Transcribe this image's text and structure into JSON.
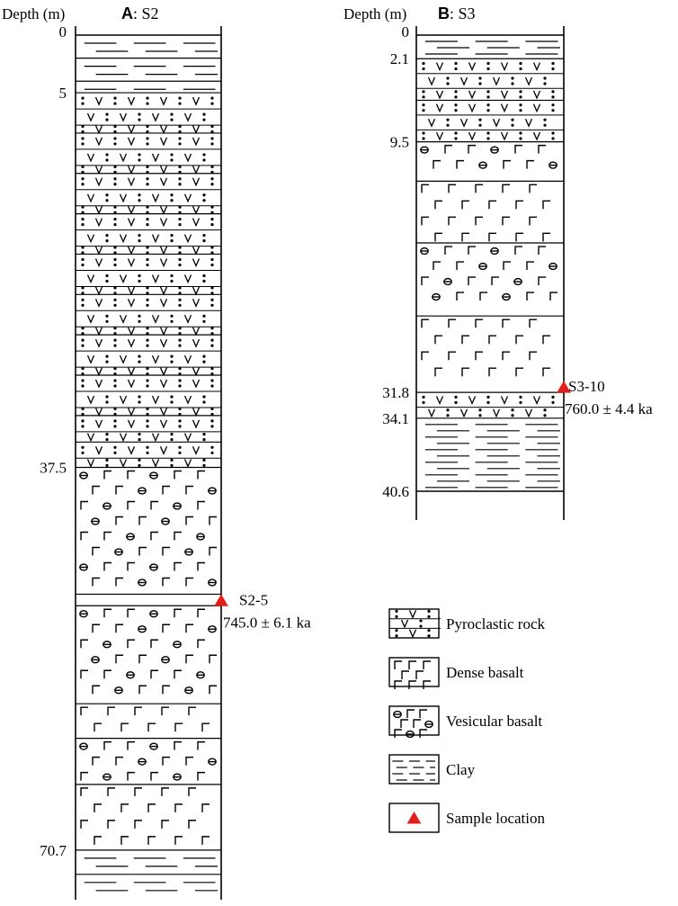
{
  "depth_label": "Depth (m)",
  "columns": [
    {
      "panel_letter": "A",
      "panel_name": ": S2",
      "total_depth": 75,
      "depth_labels": [
        "0",
        "5",
        "37.5",
        "70.7"
      ],
      "depth_values": [
        0,
        5,
        37.5,
        70.7
      ],
      "sample": {
        "name": "S2-5",
        "age": "745.0 ± 6.1 ka",
        "depth": 49.5
      },
      "layers": [
        {
          "lithology": "clay",
          "from": 0,
          "to": 2
        },
        {
          "lithology": "clay",
          "from": 2,
          "to": 4
        },
        {
          "lithology": "clay",
          "from": 4,
          "to": 5
        },
        {
          "lithology": "pyroclastic",
          "from": 5,
          "to": 8.5
        },
        {
          "lithology": "pyroclastic",
          "from": 8.5,
          "to": 12
        },
        {
          "lithology": "pyroclastic",
          "from": 12,
          "to": 15.5
        },
        {
          "lithology": "pyroclastic",
          "from": 15.5,
          "to": 19
        },
        {
          "lithology": "pyroclastic",
          "from": 19,
          "to": 22.5
        },
        {
          "lithology": "pyroclastic",
          "from": 22.5,
          "to": 26
        },
        {
          "lithology": "pyroclastic",
          "from": 26,
          "to": 29.5
        },
        {
          "lithology": "pyroclastic",
          "from": 29.5,
          "to": 33
        },
        {
          "lithology": "pyroclastic",
          "from": 33,
          "to": 35.3
        },
        {
          "lithology": "pyroclastic",
          "from": 35.3,
          "to": 37.5
        },
        {
          "lithology": "vesicular",
          "from": 37.5,
          "to": 48.5
        },
        {
          "lithology": "dense",
          "from": 48.5,
          "to": 49.5
        },
        {
          "lithology": "vesicular",
          "from": 49.5,
          "to": 58
        },
        {
          "lithology": "dense",
          "from": 58,
          "to": 61
        },
        {
          "lithology": "vesicular",
          "from": 61,
          "to": 65
        },
        {
          "lithology": "dense",
          "from": 65,
          "to": 70.7
        },
        {
          "lithology": "clay",
          "from": 70.7,
          "to": 72.8
        },
        {
          "lithology": "clay",
          "from": 72.8,
          "to": 75
        }
      ]
    },
    {
      "panel_letter": "B",
      "panel_name": ": S3",
      "total_depth": 40.6,
      "depth_labels": [
        "0",
        "2.1",
        "9.5",
        "31.8",
        "34.1",
        "40.6"
      ],
      "depth_values": [
        0,
        2.1,
        9.5,
        31.8,
        34.1,
        40.6
      ],
      "sample": {
        "name": "S3-10",
        "age": "760.0 ± 4.4 ka",
        "depth": 31.8
      },
      "layers": [
        {
          "lithology": "clay",
          "from": 0,
          "to": 2.1
        },
        {
          "lithology": "pyroclastic",
          "from": 2.1,
          "to": 5.8
        },
        {
          "lithology": "pyroclastic",
          "from": 5.8,
          "to": 9.5
        },
        {
          "lithology": "vesicular",
          "from": 9.5,
          "to": 13
        },
        {
          "lithology": "dense",
          "from": 13,
          "to": 18.5
        },
        {
          "lithology": "vesicular",
          "from": 18.5,
          "to": 25
        },
        {
          "lithology": "dense",
          "from": 25,
          "to": 31.8
        },
        {
          "lithology": "pyroclastic",
          "from": 31.8,
          "to": 34.1
        },
        {
          "lithology": "clay",
          "from": 34.1,
          "to": 40.6
        }
      ]
    }
  ],
  "legend": [
    {
      "lithology": "pyroclastic",
      "label": "Pyroclastic rock"
    },
    {
      "lithology": "dense",
      "label": "Dense basalt"
    },
    {
      "lithology": "vesicular",
      "label": "Vesicular basalt"
    },
    {
      "lithology": "clay",
      "label": "Clay"
    },
    {
      "lithology": "sample",
      "label": "Sample location"
    }
  ],
  "colors": {
    "line": "#000000",
    "sample": "#e0201b"
  }
}
